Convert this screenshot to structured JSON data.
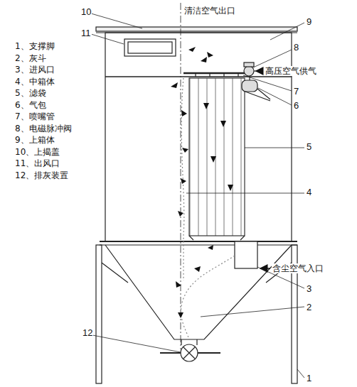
{
  "diagram": {
    "labels": [
      "1、支撑脚",
      "2、灰斗",
      "3、进风口",
      "4、中箱体",
      "5、滤袋",
      "6、气包",
      "7、喷嘴管",
      "8、电磁脉冲阀",
      "9、上箱体",
      "10、上揭盖",
      "11、出风口",
      "12、排灰装置",
      "清洁空气出口",
      "高压空气供气",
      "含尘空气入口",
      "10",
      "11",
      "9",
      "8",
      "7",
      "6",
      "5",
      "4",
      "3",
      "2",
      "1",
      "12"
    ]
  }
}
